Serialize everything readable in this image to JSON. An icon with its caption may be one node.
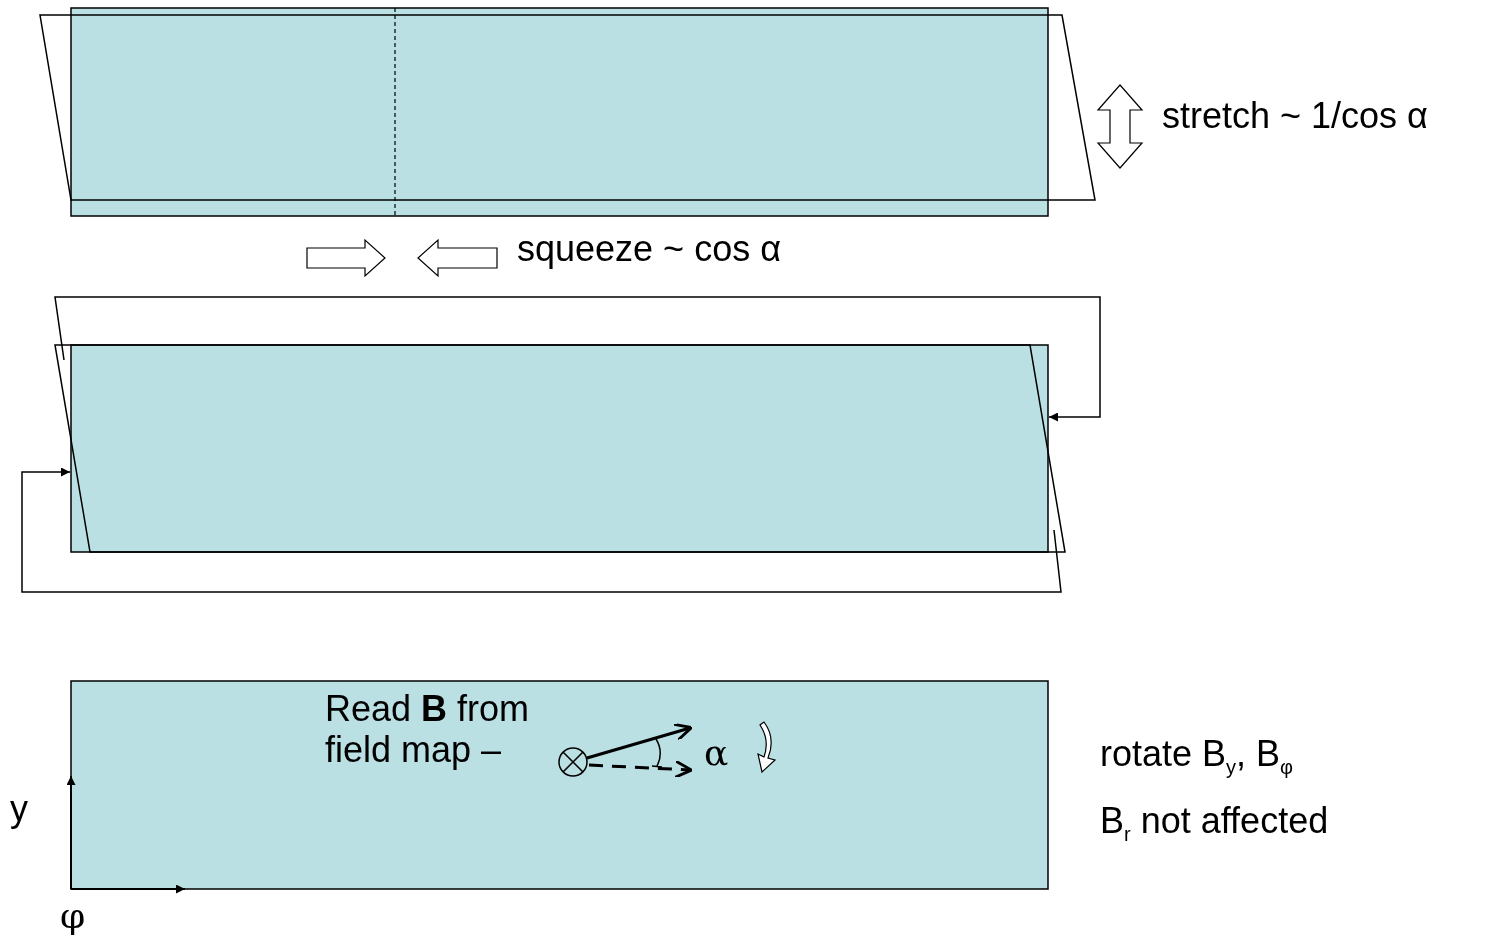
{
  "diagram": {
    "labels": [
      "stretch ~ 1/cos α",
      "squeeze ~ cos α",
      "Read **B** from field map –",
      "α",
      "rotate B$_{y}$, B$_{φ}$",
      "B$_{r}$ not affected",
      "y",
      "φ"
    ]
  }
}
